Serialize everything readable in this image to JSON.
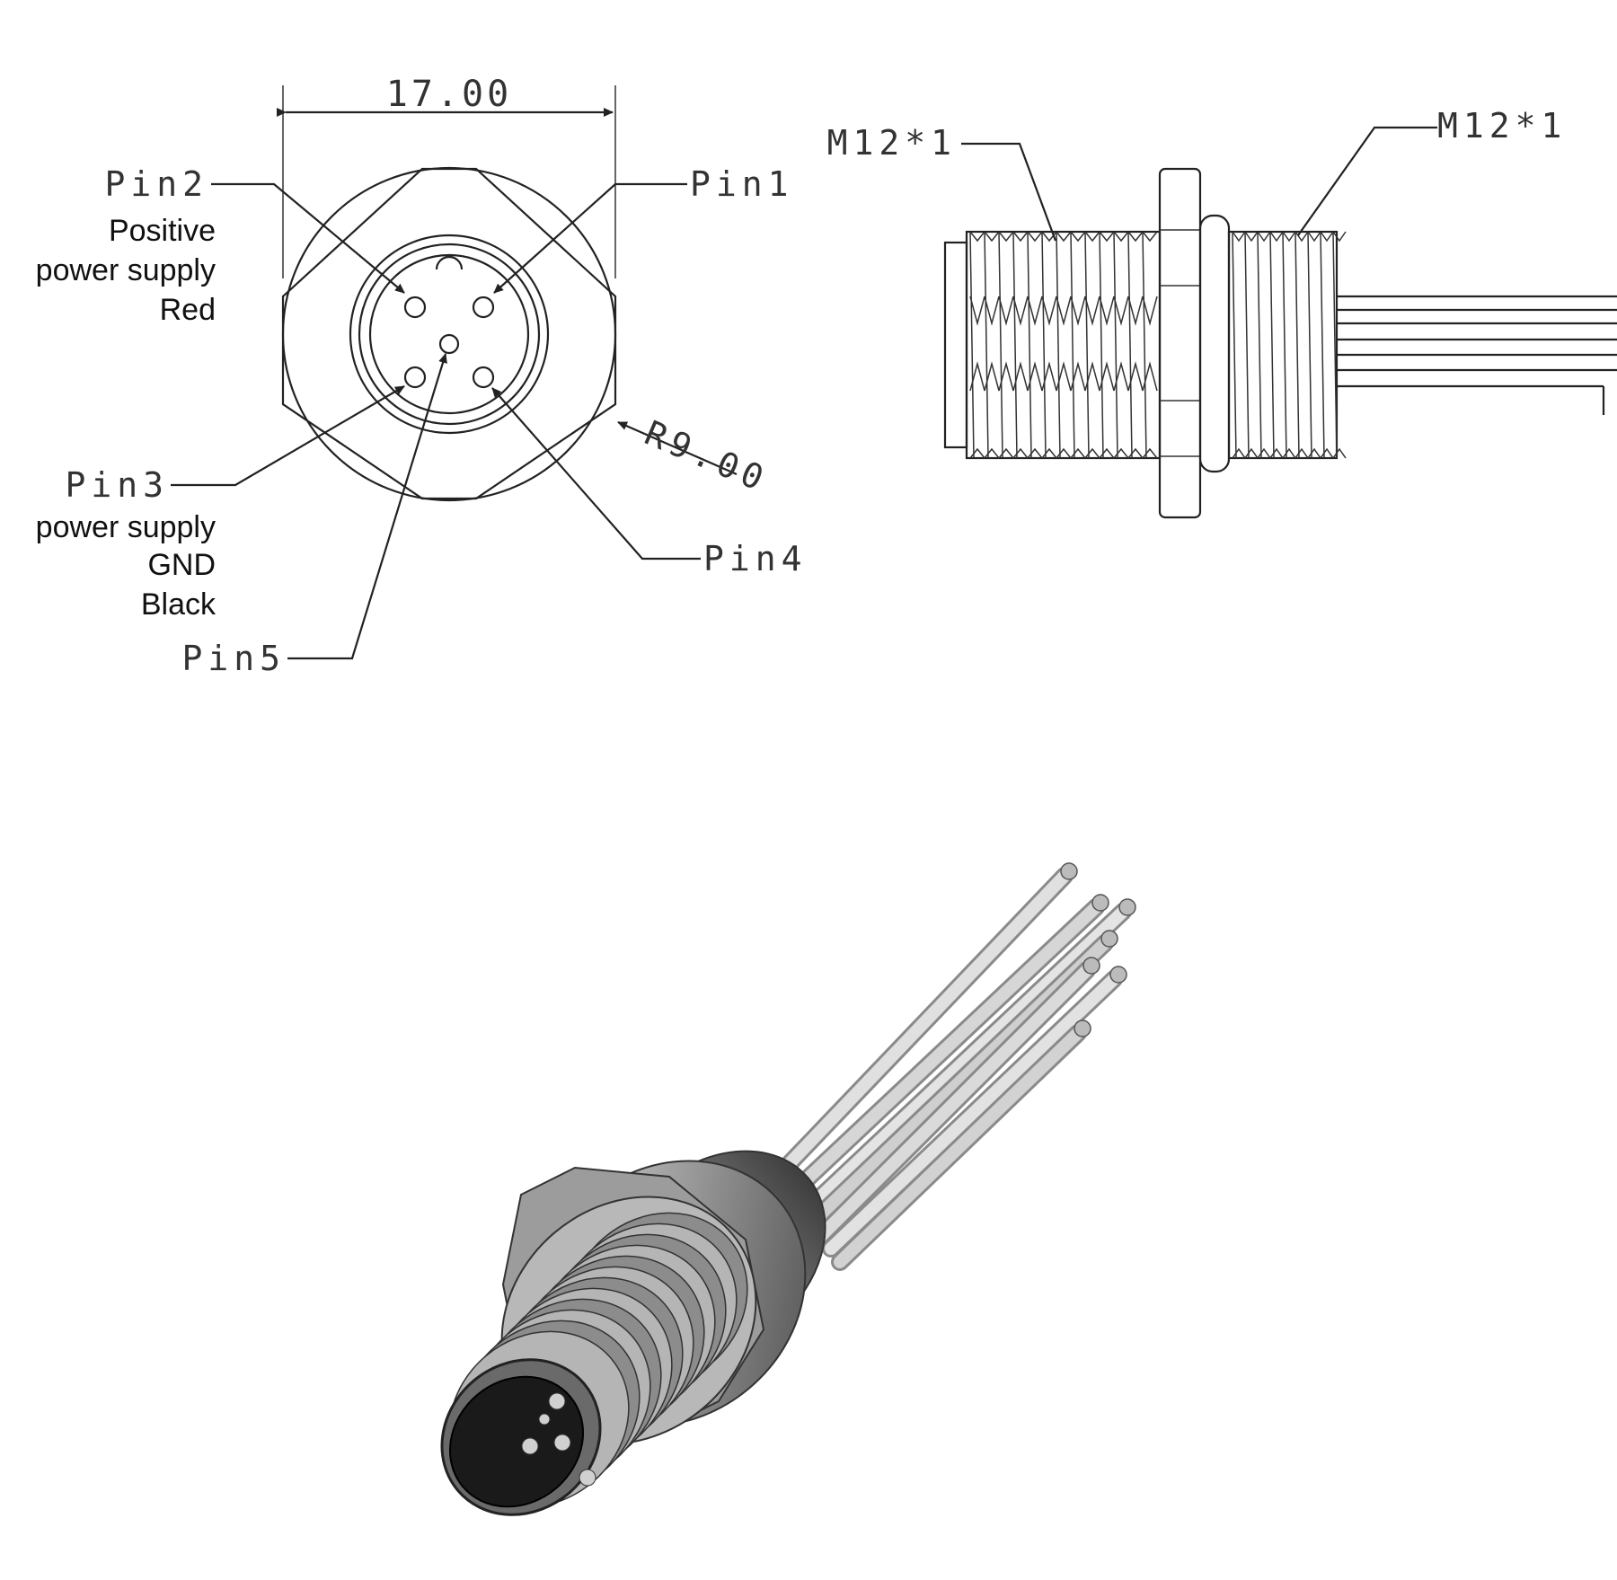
{
  "front_view": {
    "dimension_width": "17.00",
    "dimension_radius": "R9.00",
    "pin1": "Pin1",
    "pin2": "Pin2",
    "pin2_desc": [
      "Positive",
      "power supply",
      "Red"
    ],
    "pin3": "Pin3",
    "pin3_desc": [
      "power supply",
      "GND",
      "Black"
    ],
    "pin4": "Pin4",
    "pin5": "Pin5"
  },
  "side_view": {
    "thread_left": "M12*1",
    "thread_right": "M12*1"
  },
  "colors": {
    "line": "#222222",
    "metal_dark": "#555555",
    "metal_light": "#d8d8d8",
    "wire": "#cfcfcf",
    "insert": "#1a1a1a"
  }
}
